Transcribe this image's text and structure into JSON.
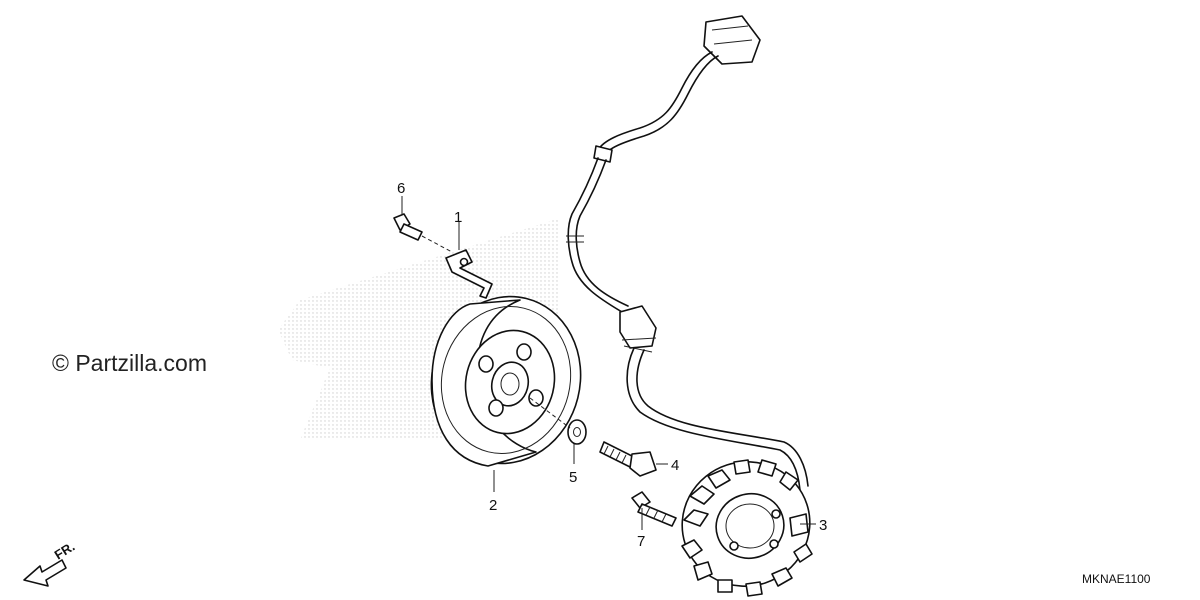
{
  "watermark": {
    "copyright": "© Partzilla.com"
  },
  "diagram_code": "MKNAE1100",
  "direction_label": "FR.",
  "callouts": [
    {
      "id": "1",
      "label": "1"
    },
    {
      "id": "2",
      "label": "2"
    },
    {
      "id": "3",
      "label": "3"
    },
    {
      "id": "4",
      "label": "4"
    },
    {
      "id": "5",
      "label": "5"
    },
    {
      "id": "6",
      "label": "6"
    },
    {
      "id": "7",
      "label": "7"
    }
  ],
  "colors": {
    "line": "#111111",
    "background": "#ffffff",
    "watermark_dots": "#c9c9c9"
  }
}
